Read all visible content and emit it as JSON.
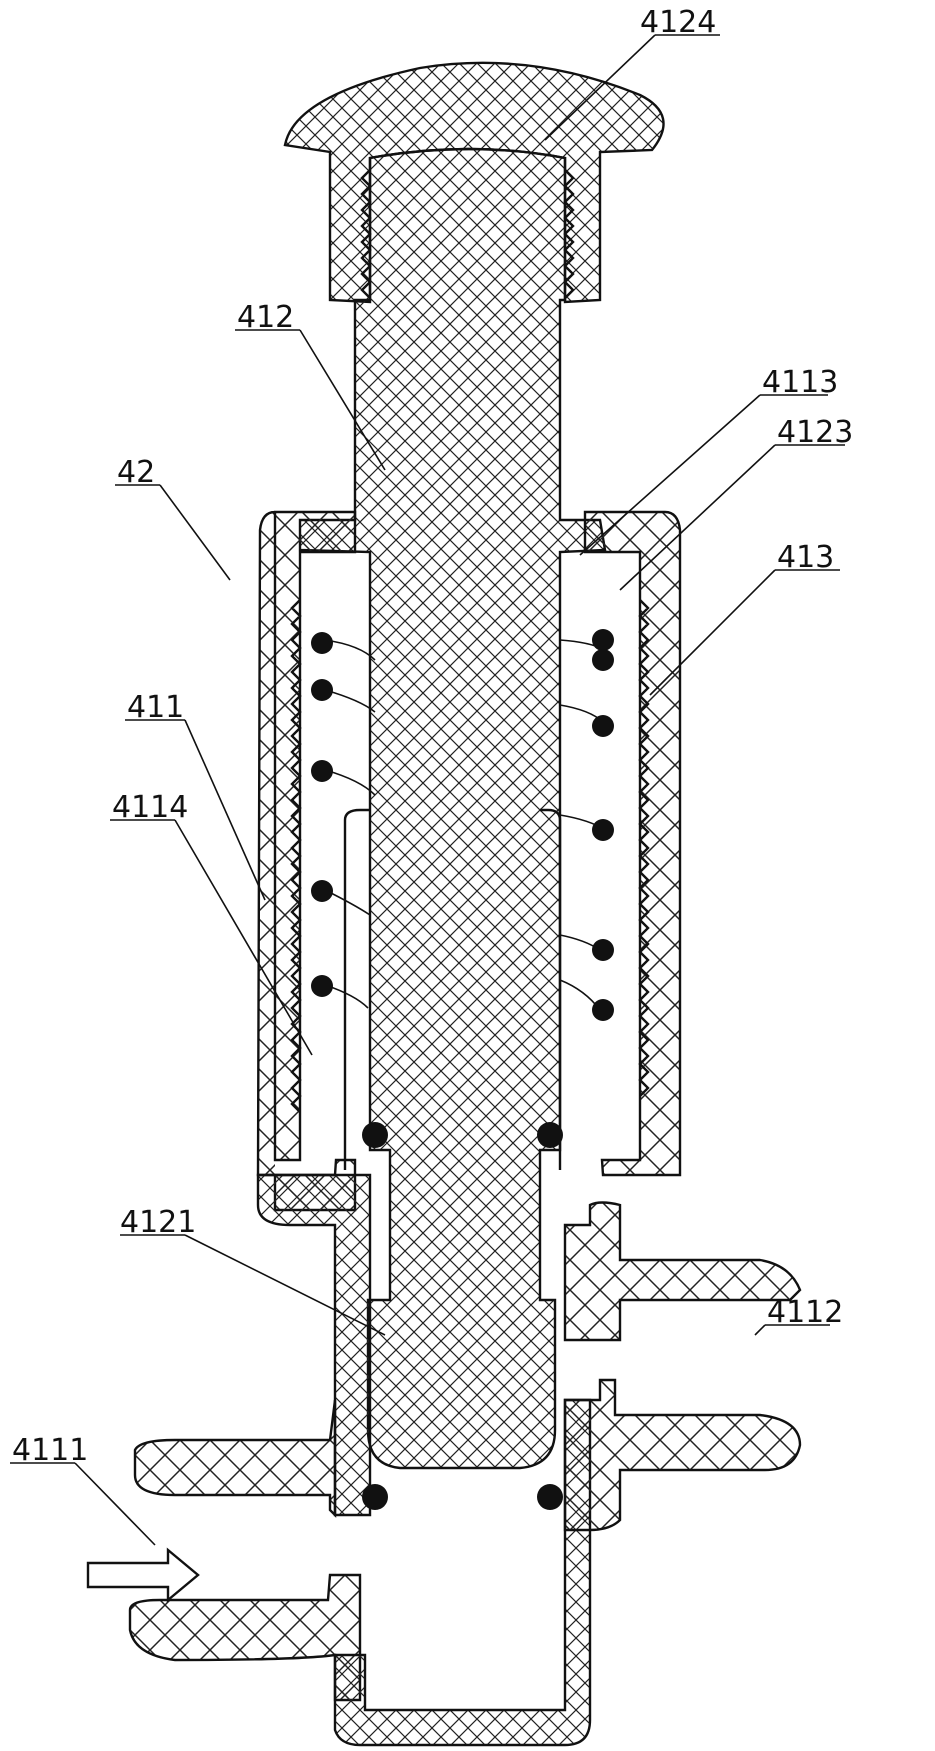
{
  "figure": {
    "labels": {
      "knob_cap": "4124",
      "valve_stem": "412",
      "stop_ring": "4113",
      "stem_shoulder": "4123",
      "outer_sleeve": "42",
      "spring": "413",
      "valve_body": "411",
      "thread_section": "4114",
      "stem_neck": "4121",
      "outlet_port": "4112",
      "inlet_port": "4111"
    }
  }
}
